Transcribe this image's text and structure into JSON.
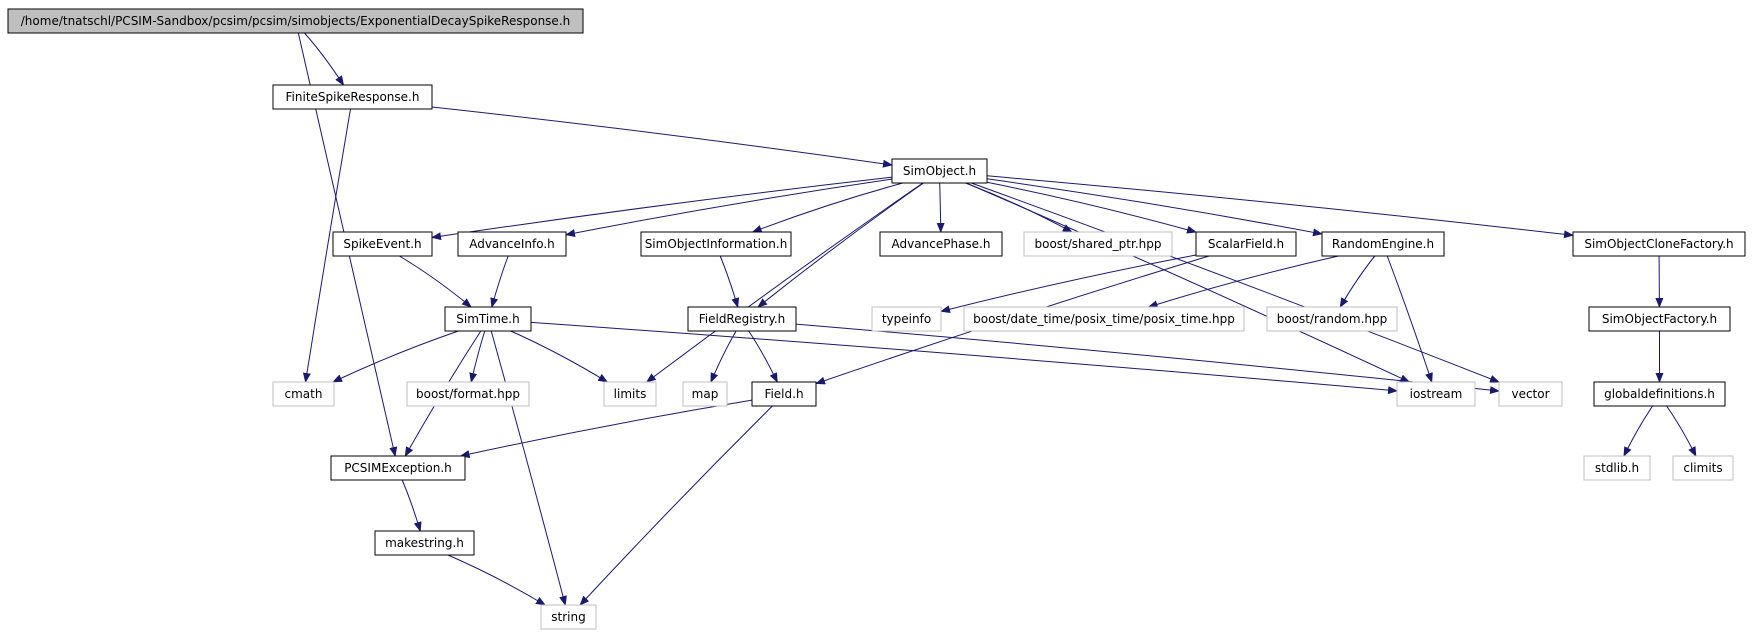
{
  "colors": {
    "edge": "#191970",
    "internal_border": "#000000",
    "external_border": "#bfbfbf",
    "root_fill": "#bfbfbf",
    "text": "#000000"
  },
  "graph": {
    "nodes": [
      {
        "id": "root",
        "label": "/home/tnatschl/PCSIM-Sandbox/pcsim/pcsim/simobjects/ExponentialDecaySpikeResponse.h",
        "kind": "root"
      },
      {
        "id": "finite",
        "label": "FiniteSpikeResponse.h",
        "kind": "internal"
      },
      {
        "id": "simobject",
        "label": "SimObject.h",
        "kind": "internal"
      },
      {
        "id": "spikeevent",
        "label": "SpikeEvent.h",
        "kind": "internal"
      },
      {
        "id": "advanceinfo",
        "label": "AdvanceInfo.h",
        "kind": "internal"
      },
      {
        "id": "simobjinfo",
        "label": "SimObjectInformation.h",
        "kind": "internal"
      },
      {
        "id": "advancephase",
        "label": "AdvancePhase.h",
        "kind": "internal"
      },
      {
        "id": "sharedptr",
        "label": "boost/shared_ptr.hpp",
        "kind": "external"
      },
      {
        "id": "scalarfield",
        "label": "ScalarField.h",
        "kind": "internal"
      },
      {
        "id": "randomengine",
        "label": "RandomEngine.h",
        "kind": "internal"
      },
      {
        "id": "clonefactory",
        "label": "SimObjectCloneFactory.h",
        "kind": "internal"
      },
      {
        "id": "simtime",
        "label": "SimTime.h",
        "kind": "internal"
      },
      {
        "id": "fieldregistry",
        "label": "FieldRegistry.h",
        "kind": "internal"
      },
      {
        "id": "typeinfo",
        "label": "typeinfo",
        "kind": "external"
      },
      {
        "id": "posixtime",
        "label": "boost/date_time/posix_time/posix_time.hpp",
        "kind": "external"
      },
      {
        "id": "boostrandom",
        "label": "boost/random.hpp",
        "kind": "external"
      },
      {
        "id": "objfactory",
        "label": "SimObjectFactory.h",
        "kind": "internal"
      },
      {
        "id": "cmath",
        "label": "cmath",
        "kind": "external"
      },
      {
        "id": "boostformat",
        "label": "boost/format.hpp",
        "kind": "external"
      },
      {
        "id": "limits",
        "label": "limits",
        "kind": "external"
      },
      {
        "id": "map",
        "label": "map",
        "kind": "external"
      },
      {
        "id": "field",
        "label": "Field.h",
        "kind": "internal"
      },
      {
        "id": "iostream",
        "label": "iostream",
        "kind": "external"
      },
      {
        "id": "vector",
        "label": "vector",
        "kind": "external"
      },
      {
        "id": "globaldefs",
        "label": "globaldefinitions.h",
        "kind": "internal"
      },
      {
        "id": "pcsimexception",
        "label": "PCSIMException.h",
        "kind": "internal"
      },
      {
        "id": "stdlib",
        "label": "stdlib.h",
        "kind": "external"
      },
      {
        "id": "climits",
        "label": "climits",
        "kind": "external"
      },
      {
        "id": "makestring",
        "label": "makestring.h",
        "kind": "internal"
      },
      {
        "id": "string",
        "label": "string",
        "kind": "external"
      }
    ],
    "edges": [
      [
        "root",
        "finite"
      ],
      [
        "root",
        "pcsimexception"
      ],
      [
        "finite",
        "simobject"
      ],
      [
        "finite",
        "cmath"
      ],
      [
        "simobject",
        "spikeevent"
      ],
      [
        "simobject",
        "advanceinfo"
      ],
      [
        "simobject",
        "simobjinfo"
      ],
      [
        "simobject",
        "advancephase"
      ],
      [
        "simobject",
        "sharedptr"
      ],
      [
        "simobject",
        "scalarfield"
      ],
      [
        "simobject",
        "randomengine"
      ],
      [
        "simobject",
        "clonefactory"
      ],
      [
        "simobject",
        "limits"
      ],
      [
        "simobject",
        "fieldregistry"
      ],
      [
        "simobject",
        "iostream"
      ],
      [
        "simobject",
        "vector"
      ],
      [
        "spikeevent",
        "simtime"
      ],
      [
        "advanceinfo",
        "simtime"
      ],
      [
        "simobjinfo",
        "fieldregistry"
      ],
      [
        "scalarfield",
        "typeinfo"
      ],
      [
        "scalarfield",
        "field"
      ],
      [
        "randomengine",
        "posixtime"
      ],
      [
        "randomengine",
        "boostrandom"
      ],
      [
        "randomengine",
        "iostream"
      ],
      [
        "clonefactory",
        "objfactory"
      ],
      [
        "objfactory",
        "globaldefs"
      ],
      [
        "globaldefs",
        "stdlib"
      ],
      [
        "globaldefs",
        "climits"
      ],
      [
        "simtime",
        "cmath"
      ],
      [
        "simtime",
        "boostformat"
      ],
      [
        "simtime",
        "limits"
      ],
      [
        "simtime",
        "pcsimexception"
      ],
      [
        "simtime",
        "string"
      ],
      [
        "simtime",
        "iostream"
      ],
      [
        "fieldregistry",
        "map"
      ],
      [
        "fieldregistry",
        "field"
      ],
      [
        "fieldregistry",
        "vector"
      ],
      [
        "field",
        "pcsimexception"
      ],
      [
        "field",
        "string"
      ],
      [
        "pcsimexception",
        "makestring"
      ],
      [
        "makestring",
        "string"
      ]
    ]
  }
}
